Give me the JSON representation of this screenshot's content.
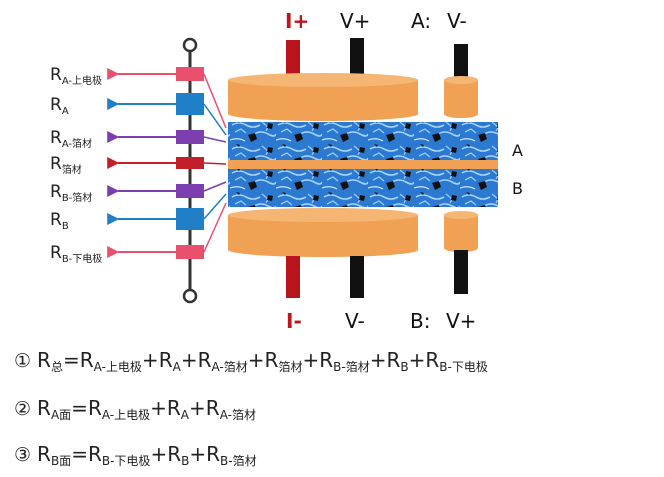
{
  "terminals": {
    "i_plus": "I+",
    "v_plus_top": "V+",
    "a_label": "A:",
    "a_v": "V-",
    "i_minus": "I-",
    "v_minus_bottom": "V-",
    "b_label": "B:",
    "b_v": "V+"
  },
  "layers": {
    "a": "A",
    "b": "B"
  },
  "resistors": [
    {
      "main": "R",
      "sub": "A-上电极",
      "color": "#e8506e"
    },
    {
      "main": "R",
      "sub": "A",
      "color": "#1f7fc7"
    },
    {
      "main": "R",
      "sub": "A-箔材",
      "color": "#7d3fb0"
    },
    {
      "main": "R",
      "sub": "箔材",
      "color": "#c31f2b"
    },
    {
      "main": "R",
      "sub": "B-箔材",
      "color": "#7d3fb0"
    },
    {
      "main": "R",
      "sub": "B",
      "color": "#1f7fc7"
    },
    {
      "main": "R",
      "sub": "B-下电极",
      "color": "#e8506e"
    }
  ],
  "formulas": [
    {
      "num": "①",
      "lhs": "总",
      "terms": [
        "A-上电极",
        "A",
        "A-箔材",
        "箔材",
        "B-箔材",
        "B",
        "B-下电极"
      ]
    },
    {
      "num": "②",
      "lhs": "A面",
      "terms": [
        "A-上电极",
        "A",
        "A-箔材"
      ]
    },
    {
      "num": "③",
      "lhs": "B面",
      "terms": [
        "B-下电极",
        "B",
        "B-箔材"
      ]
    }
  ],
  "colors": {
    "electrode": "#f0a154",
    "coating": "#2c7bd3",
    "foil": "#f0a154",
    "probe_red": "#b8141c",
    "probe_black": "#111111"
  }
}
